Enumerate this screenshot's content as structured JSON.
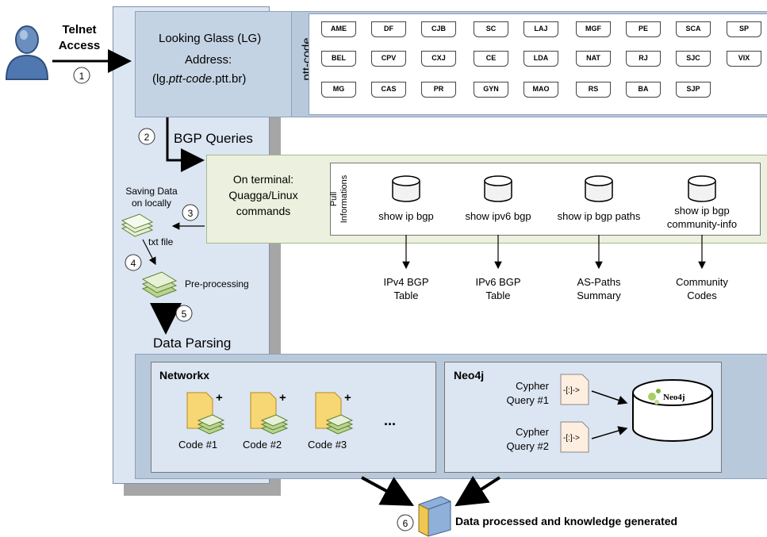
{
  "telnet": {
    "line1": "Telnet",
    "line2": "Access"
  },
  "lg": {
    "title": "Looking Glass (LG)",
    "address_label": "Address:",
    "address_prefix": "(lg.",
    "address_code": "ptt-code",
    "address_suffix": ".ptt.br)"
  },
  "ptt_label": "ptt-code",
  "ptt_codes": [
    "AME",
    "DF",
    "CJB",
    "SC",
    "LAJ",
    "MGF",
    "PE",
    "SCA",
    "SP",
    "BEL",
    "CPV",
    "CXJ",
    "CE",
    "LDA",
    "NAT",
    "RJ",
    "SJC",
    "VIX",
    "MG",
    "CAS",
    "PR",
    "GYN",
    "MAO",
    "RS",
    "BA",
    "SJP"
  ],
  "bgp_queries": "BGP Queries",
  "terminal": {
    "line1": "On terminal:",
    "line2": "Quagga/Linux",
    "line3": "commands"
  },
  "pull_label": {
    "line1": "Pull",
    "line2": "Informations"
  },
  "commands": [
    "show ip bgp",
    "show ipv6 bgp",
    "show ip bgp paths",
    "show ip bgp\ncommunity-info"
  ],
  "outputs": [
    {
      "line1": "IPv4 BGP",
      "line2": "Table"
    },
    {
      "line1": "IPv6 BGP",
      "line2": "Table"
    },
    {
      "line1": "AS-Paths",
      "line2": "Summary"
    },
    {
      "line1": "Community",
      "line2": "Codes"
    }
  ],
  "saving": {
    "line1": "Saving Data",
    "line2": "on locally",
    "file": "txt file"
  },
  "preprocessing": "Pre-processing",
  "data_parsing": "Data Parsing",
  "networkx": {
    "title": "Networkx",
    "codes": [
      "Code #1",
      "Code #2",
      "Code #3"
    ],
    "ellipsis": "..."
  },
  "neo4j": {
    "title": "Neo4j",
    "q1_line1": "Cypher",
    "q1_line2": "Query #1",
    "q2_line1": "Cypher",
    "q2_line2": "Query #2",
    "query_glyph": "-[:]->",
    "logo": "Neo4j"
  },
  "final": "Data processed and knowledge generated",
  "steps": [
    "1",
    "2",
    "3",
    "4",
    "5",
    "6"
  ]
}
